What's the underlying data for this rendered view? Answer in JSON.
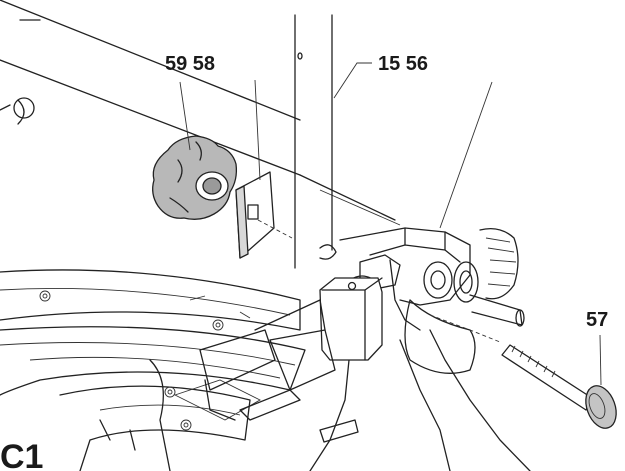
{
  "figure": {
    "id": "C1",
    "labels": {
      "knob": "59 58",
      "rod": "15 56",
      "bolt": "57"
    }
  },
  "colors": {
    "line": "#222222",
    "knob_fill": "#b8b8b8",
    "bolt_head_fill": "#c4c4c4",
    "background": "#ffffff"
  }
}
